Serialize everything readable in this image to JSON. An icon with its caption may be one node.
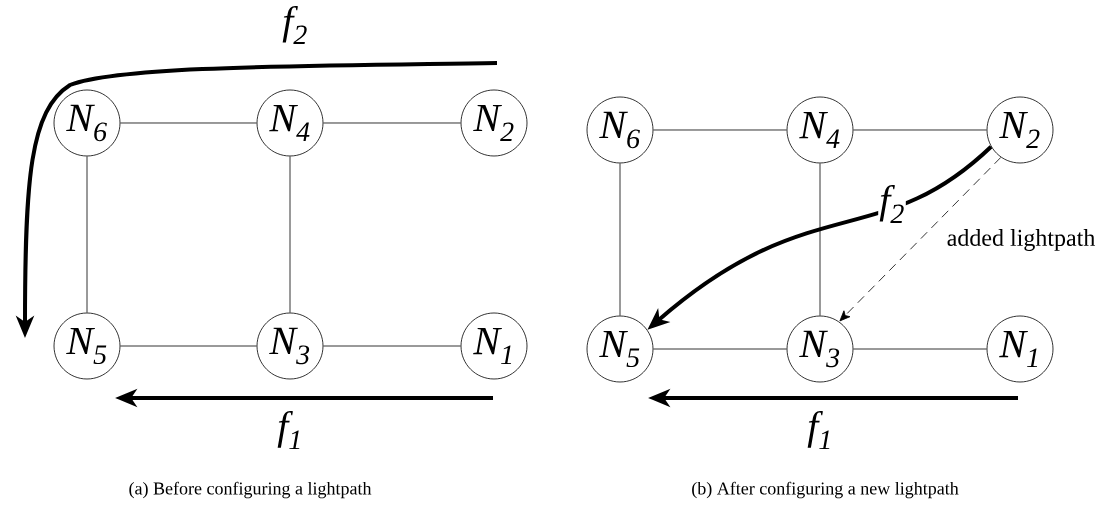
{
  "diagram": {
    "nodes": [
      {
        "text": [
          "N$_{6}$"
        ]
      },
      {
        "text": [
          "N$_{4}$"
        ]
      },
      {
        "text": [
          "N$_{2}$"
        ]
      },
      {
        "text": [
          "N$_{5}$"
        ]
      },
      {
        "text": [
          "N$_{3}$"
        ]
      },
      {
        "text": [
          "N$_{1}$"
        ]
      },
      {
        "text": [
          "N$_{6}$"
        ]
      },
      {
        "text": [
          "N$_{4}$"
        ]
      },
      {
        "text": [
          "N$_{2}$"
        ]
      },
      {
        "text": [
          "N$_{5}$"
        ]
      },
      {
        "text": [
          "N$_{3}$"
        ]
      },
      {
        "text": [
          "N$_{1}$"
        ]
      }
    ],
    "edges": [
      {
        "from": 0,
        "to": 1,
        "arrow": "none"
      },
      {
        "from": 1,
        "to": 2,
        "arrow": "none"
      },
      {
        "from": 0,
        "to": 3,
        "arrow": "none"
      },
      {
        "from": 1,
        "to": 4,
        "arrow": "none"
      },
      {
        "from": 3,
        "to": 4,
        "arrow": "none"
      },
      {
        "from": 4,
        "to": 5,
        "arrow": "none"
      },
      {
        "from": 6,
        "to": 7,
        "arrow": "none"
      },
      {
        "from": 7,
        "to": 8,
        "arrow": "none"
      },
      {
        "from": 6,
        "to": 9,
        "arrow": "none"
      },
      {
        "from": 7,
        "to": 10,
        "arrow": "none"
      },
      {
        "from": 9,
        "to": 10,
        "arrow": "none"
      },
      {
        "from": 10,
        "to": 11,
        "arrow": "none"
      },
      {
        "from": 8,
        "to": 9,
        "arrow": "to",
        "style": "thick",
        "label": "f$_{2}$"
      },
      {
        "from": 8,
        "to": 10,
        "arrow": "to",
        "style": "dashed",
        "label": "added lightpath"
      }
    ],
    "labels": [
      "f$_{2}$",
      "f$_{1}$",
      "f$_{1}$",
      "(a) Before configuring a lightpath",
      "(b) After configuring a new lightpath"
    ]
  }
}
